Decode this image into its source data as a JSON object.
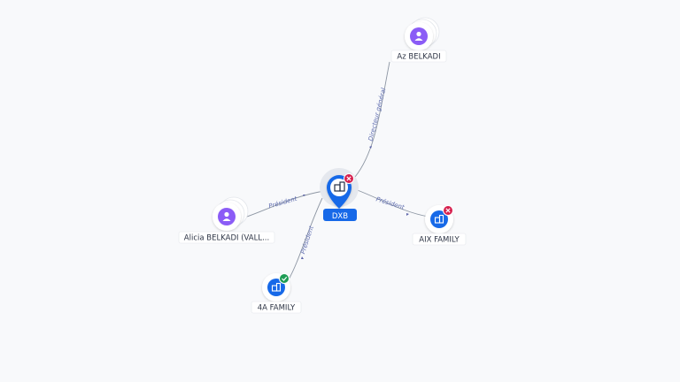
{
  "graph": {
    "center_node": {
      "label": "DXB",
      "type": "company",
      "status": "closed"
    },
    "nodes": [
      {
        "id": "az",
        "label": "Az BELKADI",
        "type": "person"
      },
      {
        "id": "alicia",
        "label": "Alicia BELKADI (VALL...",
        "type": "person"
      },
      {
        "id": "aix",
        "label": "AIX FAMILY",
        "type": "company",
        "status": "closed"
      },
      {
        "id": "4a",
        "label": "4A FAMILY",
        "type": "company",
        "status": "active"
      }
    ],
    "edges": [
      {
        "from": "az",
        "to": "center",
        "label": "Directeur général"
      },
      {
        "from": "alicia",
        "to": "center",
        "label": "Président"
      },
      {
        "from": "center",
        "to": "aix",
        "label": "Président"
      },
      {
        "from": "4a",
        "to": "center",
        "label": "Président"
      }
    ]
  },
  "colors": {
    "company": "#1769e8",
    "person": "#8b5cf6",
    "closed_badge": "#d6204e",
    "active_badge": "#1f9d55",
    "edge_label": "#5f6db0"
  },
  "icons": {
    "company": "building-icon",
    "person": "person-icon",
    "closed": "close-icon",
    "active": "check-icon"
  }
}
